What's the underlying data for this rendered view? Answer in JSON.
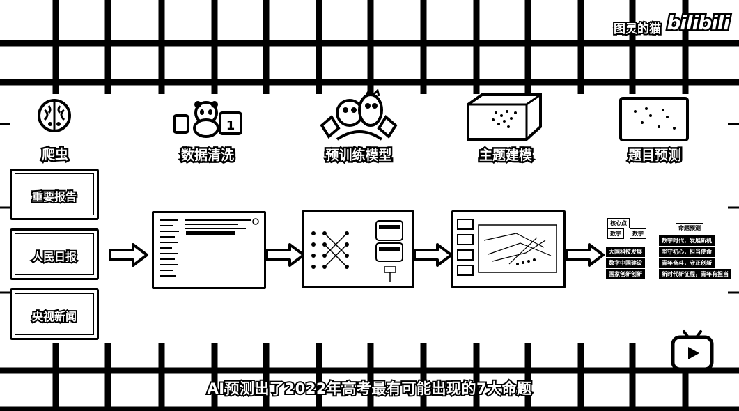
{
  "watermark": {
    "channel": "图灵的猫",
    "logo": "bilibili"
  },
  "stages": [
    {
      "title": "爬虫",
      "icon": "brain-icon"
    },
    {
      "title": "数据清洗",
      "icon": "panda-icon"
    },
    {
      "title": "预训练模型",
      "icon": "muppets-icon"
    },
    {
      "title": "主题建模",
      "icon": "topic-cube-icon"
    },
    {
      "title": "题目预测",
      "icon": "scatter-board-icon"
    }
  ],
  "sources": [
    "重要报告",
    "人民日报",
    "央视新闻"
  ],
  "result": {
    "left_header": "核心点",
    "left_pills": [
      "数字",
      "数字"
    ],
    "left_items": [
      "大国科技发展",
      "数字中国建设",
      "国家创新创新"
    ],
    "right_header": "命题预测",
    "right_items": [
      "数字时代，发展新机",
      "坚守初心，担当使命",
      "青年奋斗，守正创新",
      "新时代新征程，青年有担当"
    ]
  },
  "subtitle": "AI预测出了2022年高考最有可能出现的7大命题",
  "play_icon": "bilibili-tv-play-icon"
}
